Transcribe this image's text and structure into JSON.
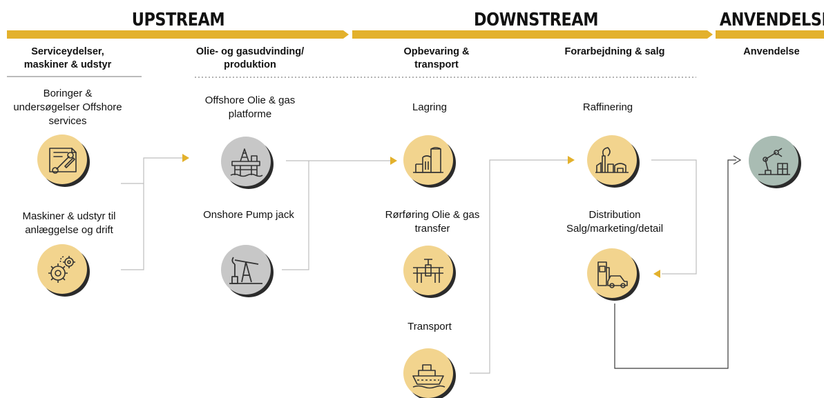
{
  "sections": {
    "upstream": "UPSTREAM",
    "downstream": "DOWNSTREAM",
    "anvendelse": "ANVENDELSE"
  },
  "columns": {
    "c1": "Serviceydelser, maskiner & udstyr",
    "c2": "Olie- og gasudvinding/ produktion",
    "c3": "Opbevaring & transport",
    "c4": "Forarbejdning & salg",
    "c5": "Anvendelse"
  },
  "nodes": {
    "boringer": "Boringer & undersøgelser Offshore services",
    "maskiner": "Maskiner & udstyr til anlæggelse og drift",
    "offshore": "Offshore Olie & gas platforme",
    "onshore": "Onshore Pump jack",
    "lagring": "Lagring",
    "rorforing": "Rørføring Olie & gas transfer",
    "transport": "Transport",
    "raffinering": "Raffinering",
    "distribution": "Distribution Salg/marketing/detail"
  },
  "icons": {
    "boringer": "tools-blueprint-icon",
    "maskiner": "gears-icon",
    "offshore": "oil-platform-icon",
    "onshore": "pump-jack-icon",
    "lagring": "storage-tanks-icon",
    "rorforing": "pipeline-valve-icon",
    "transport": "ship-icon",
    "raffinering": "refinery-icon",
    "distribution": "fuel-pump-car-icon",
    "anvendelse": "robot-arm-icon"
  },
  "colors": {
    "accent": "#e3b12c",
    "circle_fill": "#f2d48e",
    "circle_grey": "#c7c7c7",
    "circle_teal": "#a9bcb3"
  }
}
